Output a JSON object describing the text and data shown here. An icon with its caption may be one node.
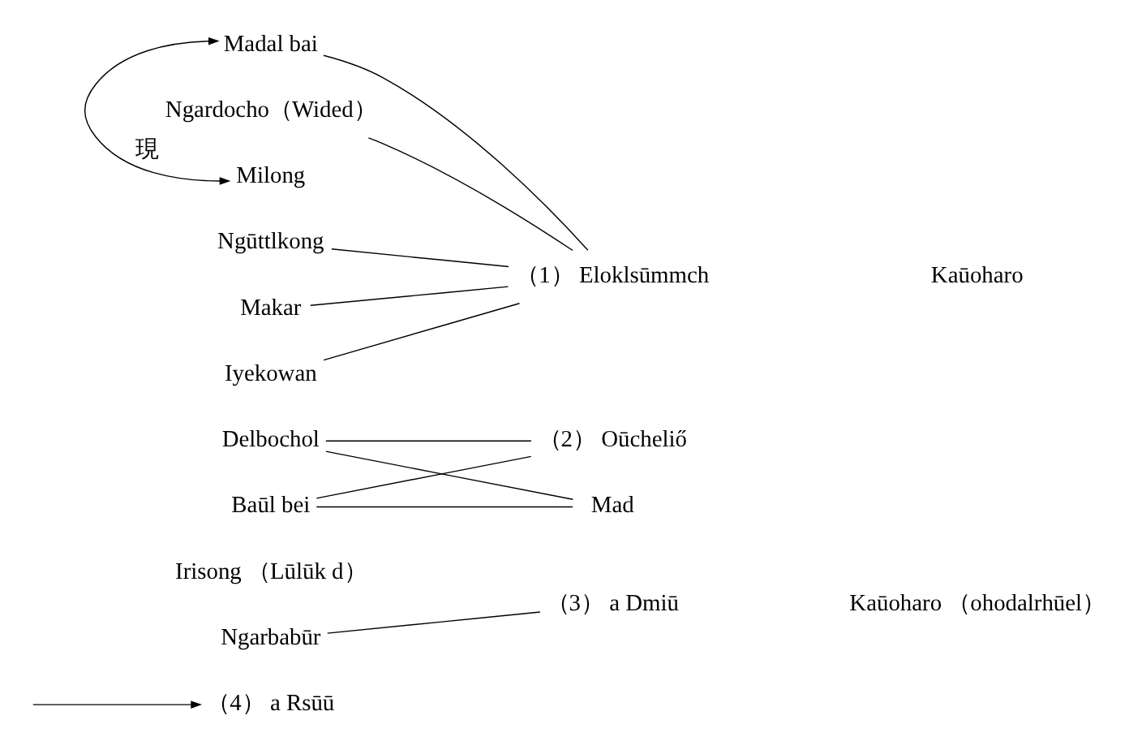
{
  "diagram": {
    "nodes": [
      {
        "text": [
          "Madal bai"
        ]
      },
      {
        "text": [
          "Ngardocho（Wided）"
        ],
        "beside": [
          "現"
        ]
      },
      {
        "text": [
          "Milong"
        ]
      },
      {
        "text": [
          "Ngūttlkong"
        ]
      },
      {
        "text": [
          "Makar"
        ]
      },
      {
        "text": [
          "Iyekowan"
        ]
      },
      {
        "text": [
          "Delbochol"
        ]
      },
      {
        "text": [
          "Baūl bei"
        ]
      },
      {
        "text": [
          "Irisong （Lūlūk d）"
        ]
      },
      {
        "text": [
          "Ngarbabūr"
        ]
      },
      {
        "text": [
          "（1） Eloklsūmmch"
        ]
      },
      {
        "text": [
          "（2） Oūcheliő"
        ]
      },
      {
        "text": [
          "Mad"
        ]
      },
      {
        "text": [
          "（3） a Dmiū"
        ]
      },
      {
        "text": [
          "（4） a Rsūū"
        ]
      }
    ],
    "edges": [
      {
        "from": 2,
        "to": 0,
        "arrow": "both"
      },
      {
        "from": 0,
        "to": 10,
        "arrow": "none"
      },
      {
        "from": 1,
        "to": 10,
        "arrow": "none"
      },
      {
        "from": 3,
        "to": 10,
        "arrow": "none"
      },
      {
        "from": 4,
        "to": 10,
        "arrow": "none"
      },
      {
        "from": 5,
        "to": 10,
        "arrow": "none"
      },
      {
        "from": 6,
        "to": 11,
        "arrow": "none"
      },
      {
        "from": 7,
        "to": 11,
        "arrow": "none"
      },
      {
        "from": 6,
        "to": 12,
        "arrow": "none"
      },
      {
        "from": 7,
        "to": 12,
        "arrow": "none"
      },
      {
        "from": 9,
        "to": 13,
        "arrow": "none"
      },
      {
        "from": null,
        "to": 14,
        "arrow": "to"
      }
    ],
    "labels": [
      "Kaūoharo",
      "Kaūoharo （ohodalrhūel）"
    ]
  }
}
